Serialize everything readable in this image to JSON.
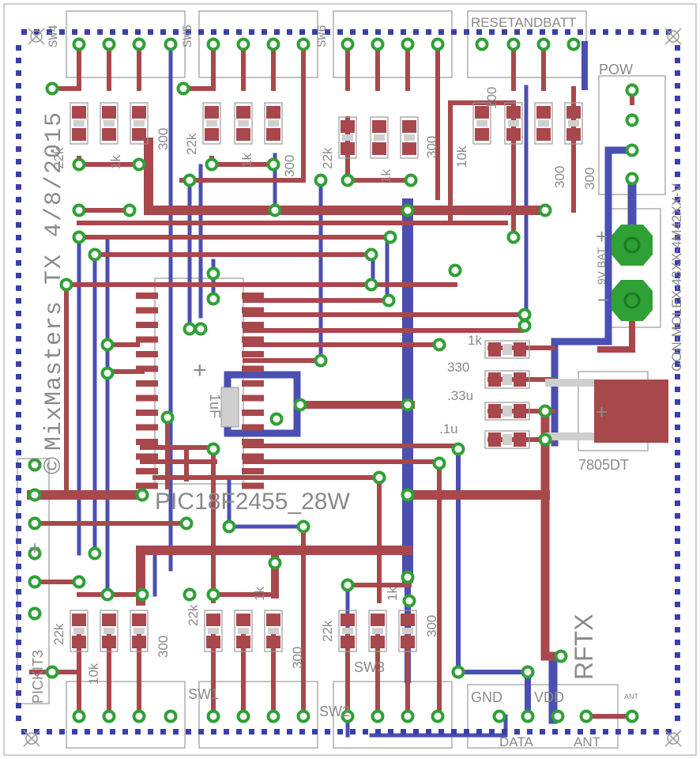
{
  "board": {
    "rev_text": "TX 4/8/2015",
    "team_text": "MixMasters",
    "copyright_mark": "©"
  },
  "headers": {
    "sw4": "SW4",
    "sw5": "SW5",
    "sw6": "SW6",
    "reset": "RESETANDBATT",
    "sw1": "SW1",
    "sw2": "SW2",
    "sw3": "SW3",
    "gnd": "GND",
    "vdd": "VDD",
    "data": "DATA",
    "ant": "ANT",
    "ant_small": "ANT",
    "pow": "POW"
  },
  "resistors": {
    "r22k": "22k",
    "r1k": "1k",
    "r300": "300",
    "r10k": "10k",
    "r100": "100",
    "r330": "330"
  },
  "caps": {
    "c1u_chip": "1uF",
    "c33u": ".33u",
    "c1u": ".1u"
  },
  "parts": {
    "mcu": "PIC18F2455_28W",
    "regulator": "7805DT",
    "rf": "RFTX",
    "pickit": "PICKIT3",
    "connector": "CON-MOLEX-43XX-4M42XX-V",
    "battery": "9V BAT",
    "plus": "+",
    "minus": "−"
  },
  "colors": {
    "top_copper": "#a8484c",
    "bottom_copper": "#4a4fb0",
    "pad_ring": "#2fa035",
    "silkscreen": "#8a8a8a",
    "outline_dots": "#3a3fa8"
  }
}
